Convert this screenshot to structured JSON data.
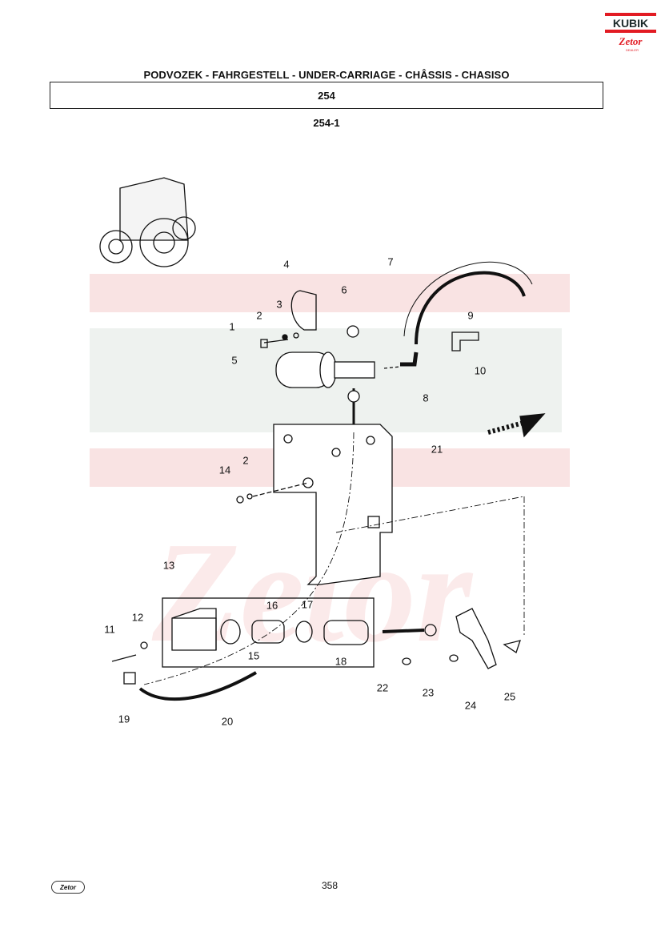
{
  "header": {
    "title": "PODVOZEK - FAHRGESTELL - UNDER-CARRIAGE - CHÂSSIS - CHASISO",
    "group_number": "254",
    "figure_number": "254-1"
  },
  "logo": {
    "brand": "KUBIK",
    "sub_brand": "Zetor",
    "tag": "DEALER"
  },
  "callouts": {
    "c1": "1",
    "c2": "2",
    "c3": "3",
    "c4": "4",
    "c5": "5",
    "c6": "6",
    "c7": "7",
    "c8": "8",
    "c9": "9",
    "c10": "10",
    "c11": "11",
    "c12": "12",
    "c13": "13",
    "c14": "14",
    "c2b": "2",
    "c15": "15",
    "c16": "16",
    "c17": "17",
    "c18": "18",
    "c19": "19",
    "c20": "20",
    "c21": "21",
    "c22": "22",
    "c23": "23",
    "c24": "24",
    "c25": "25"
  },
  "footer": {
    "page_number": "358",
    "logo_text": "Zetor"
  },
  "colors": {
    "watermark_red": "#f9e3e3",
    "watermark_gray": "#eef2ef",
    "brand_red": "#e21b23"
  }
}
